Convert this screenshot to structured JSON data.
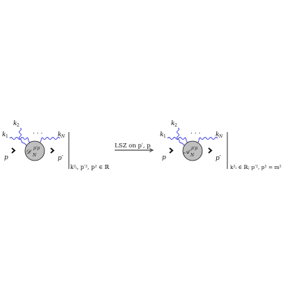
{
  "left_diagram": {
    "blob_label": "𝒟",
    "blob_sup": "p′p",
    "blob_sub": "N",
    "k1": "k",
    "k1_sub": "1",
    "k2": "k",
    "k2_sub": "2",
    "kN": "k",
    "kN_sub": "N",
    "dots": ". . .",
    "p_in": "p",
    "p_out": "p′",
    "condition": "k²ᵢ, p′², p² ∈ ℝ"
  },
  "arrow": {
    "label": "LSZ on p′, p"
  },
  "right_diagram": {
    "blob_label": "𝒜",
    "blob_sup": "p′p",
    "blob_sub": "N",
    "k1": "k",
    "k1_sub": "1",
    "k2": "k",
    "k2_sub": "2",
    "kN": "k",
    "kN_sub": "N",
    "dots": ". . .",
    "p_in": "p",
    "p_out": "p′",
    "condition": "k²ᵢ ∈ ℝ; p′², p² = m²"
  },
  "colors": {
    "photon": "#3333dd",
    "blob_fill": "#bfbfbf",
    "stroke": "#111111"
  }
}
